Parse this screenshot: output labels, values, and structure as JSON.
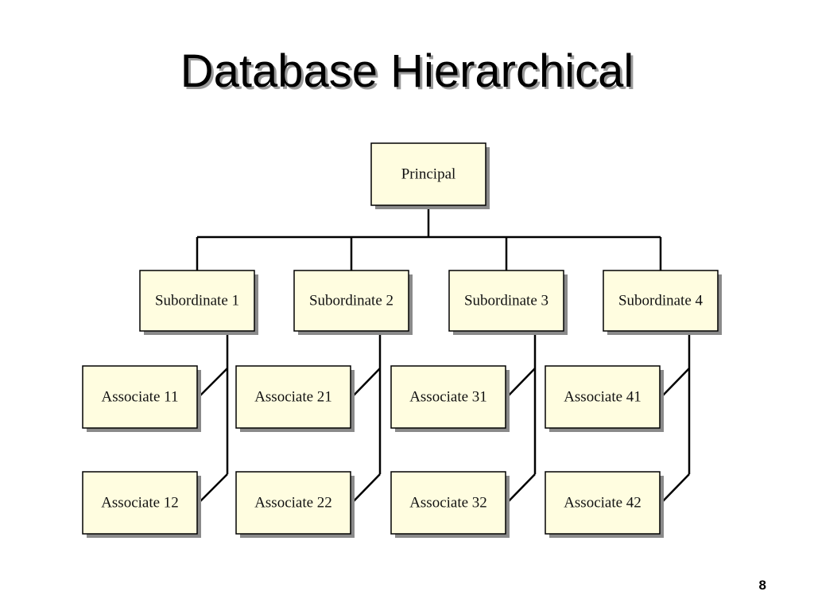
{
  "title": "Database Hierarchical",
  "page_number": "8",
  "colors": {
    "box_fill": "#fffde0",
    "box_border": "#000000",
    "shadow": "#8a8a8a",
    "line": "#000000"
  },
  "tree": {
    "root": "Principal",
    "subordinates": [
      {
        "label": "Subordinate 1",
        "associates": [
          "Associate 11",
          "Associate 12"
        ]
      },
      {
        "label": "Subordinate 2",
        "associates": [
          "Associate 21",
          "Associate 22"
        ]
      },
      {
        "label": "Subordinate 3",
        "associates": [
          "Associate 31",
          "Associate 32"
        ]
      },
      {
        "label": "Subordinate 4",
        "associates": [
          "Associate 41",
          "Associate 42"
        ]
      }
    ]
  }
}
